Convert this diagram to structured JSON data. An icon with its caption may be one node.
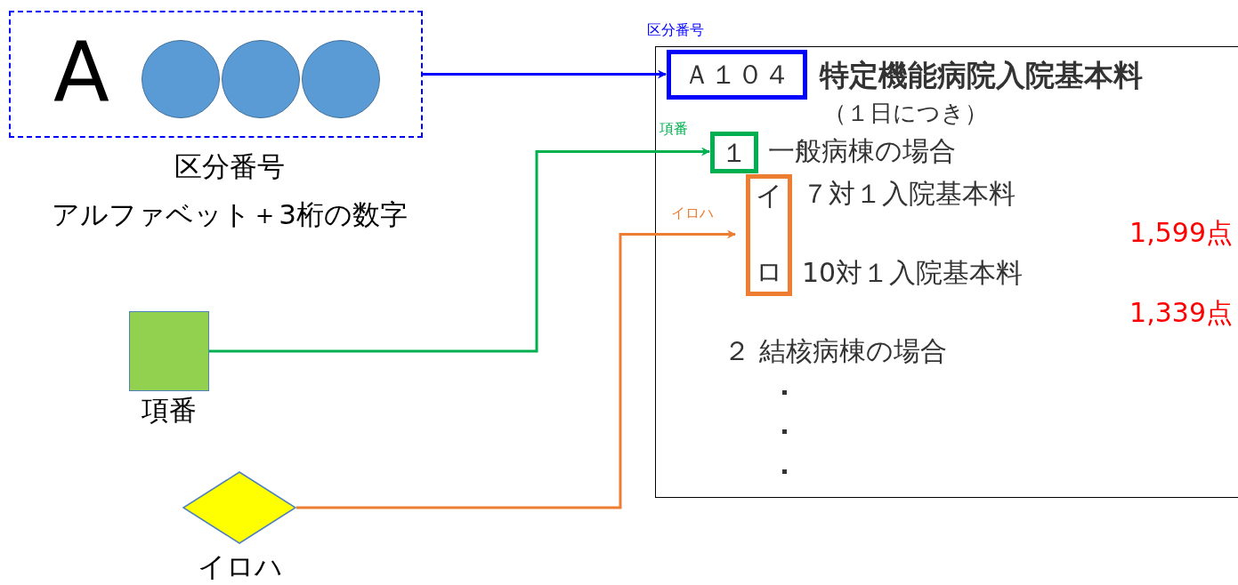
{
  "diagram": {
    "nodes": [
      {
        "text": [
          "A"
        ],
        "beside": [
          "区分番号",
          "アルファベット＋3桁の数字"
        ]
      },
      {
        "text": [],
        "shape": "circle",
        "in": 0
      },
      {
        "text": [],
        "shape": "circle",
        "in": 0
      },
      {
        "text": [],
        "shape": "circle",
        "in": 0
      },
      {
        "text": [],
        "shape": "box",
        "beside": [
          "項番"
        ]
      },
      {
        "text": [],
        "shape": "diamond",
        "beside": [
          "イロハ"
        ]
      },
      {
        "text": [
          "特定機能病院入院基本料",
          "（１日につき）",
          "一般病棟の場合",
          "７対１入院基本料",
          "1,599点",
          "10対１入院基本料",
          "1,339点",
          "２ 結核病棟の場合"
        ]
      },
      {
        "text": [
          "Ａ１０４"
        ],
        "in": 6,
        "beside": [
          "区分番号"
        ]
      },
      {
        "text": [
          "１"
        ],
        "in": 6,
        "beside": [
          "項番"
        ]
      },
      {
        "text": [
          "イ",
          "ロ"
        ],
        "in": 6,
        "beside": [
          "イロハ"
        ]
      }
    ],
    "edges": [
      {
        "from": 0,
        "to": 7,
        "arrow": "to",
        "color": "#0000ff"
      },
      {
        "from": 4,
        "to": 8,
        "arrow": "to",
        "color": "#00b050"
      },
      {
        "from": 5,
        "to": 9,
        "arrow": "to",
        "color": "#ed7d31"
      }
    ]
  }
}
